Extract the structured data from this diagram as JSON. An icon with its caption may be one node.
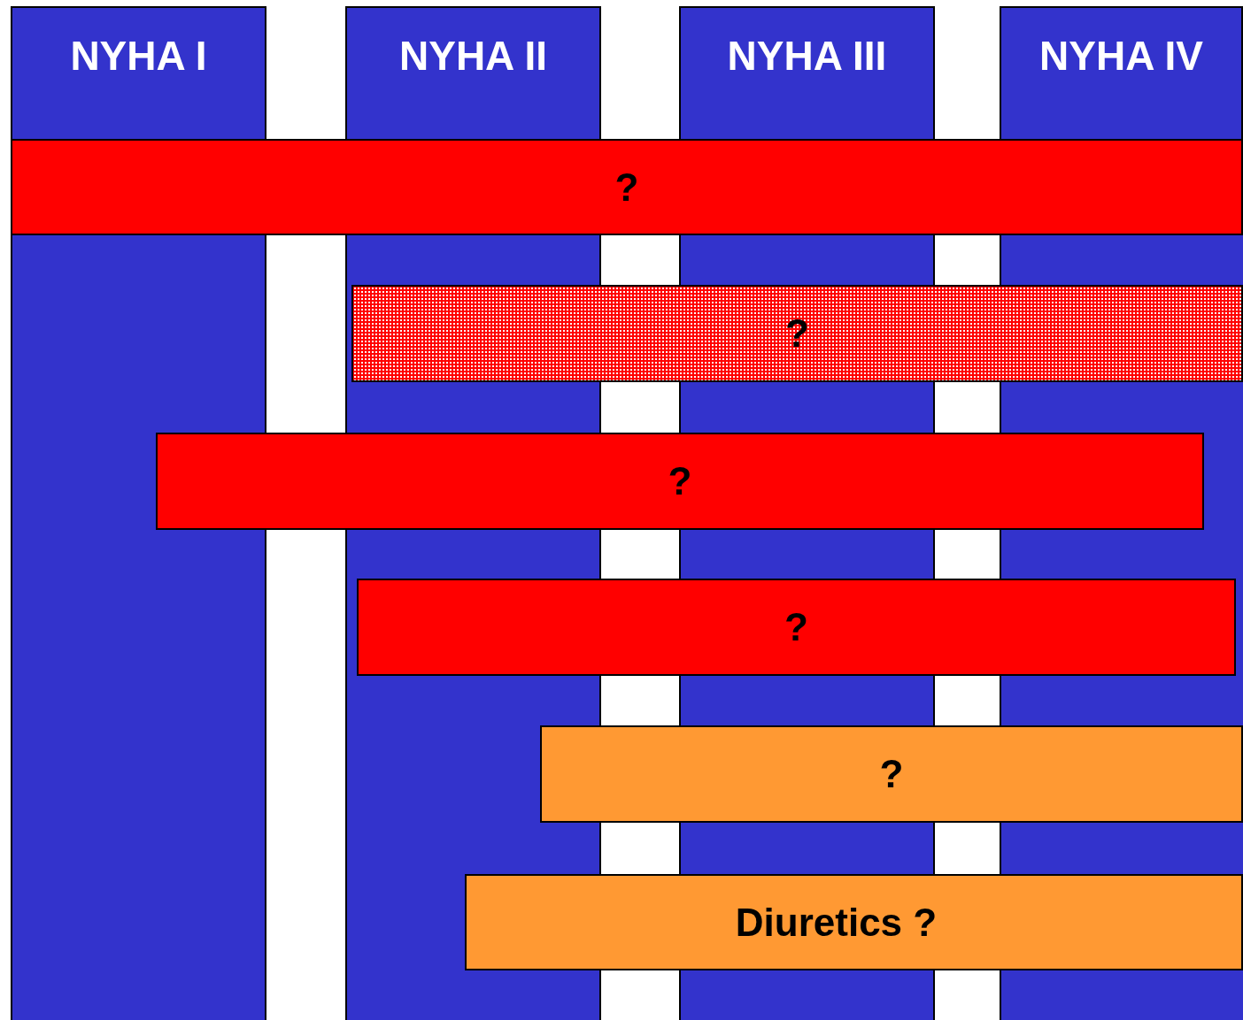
{
  "diagram": {
    "nodes": [
      {
        "text": [
          "NYHA I"
        ]
      },
      {
        "text": [
          "NYHA II"
        ]
      },
      {
        "text": [
          "NYHA III"
        ]
      },
      {
        "text": [
          "NYHA IV"
        ]
      },
      {
        "text": [
          "?"
        ]
      },
      {
        "text": [
          "?"
        ]
      },
      {
        "text": [
          "?"
        ]
      },
      {
        "text": [
          "?"
        ]
      },
      {
        "text": [
          "?"
        ]
      },
      {
        "text": [
          "Diuretics ?"
        ]
      }
    ]
  }
}
